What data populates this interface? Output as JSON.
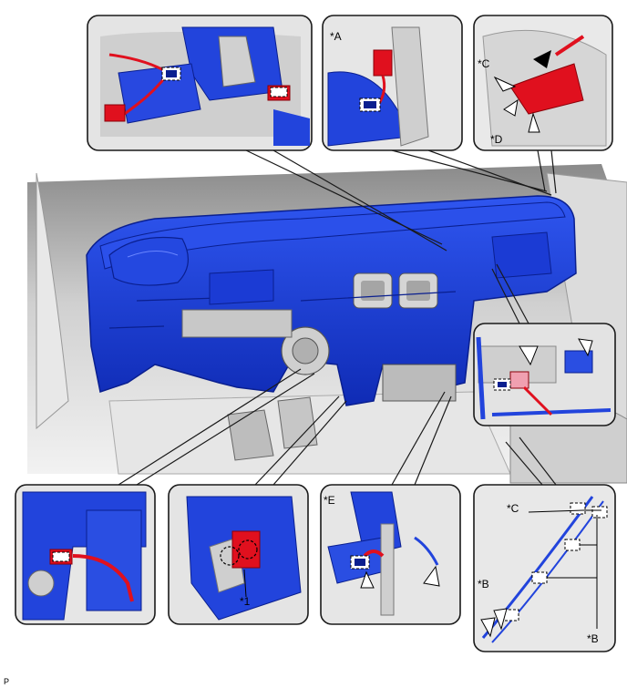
{
  "labels": {
    "A": "*A",
    "B": "*B",
    "C": "*C",
    "D": "*D",
    "E": "*E",
    "one": "*1"
  },
  "figure_code": "P",
  "colors": {
    "part_blue": "#1e3fd8",
    "part_blue_dark": "#0a1f8f",
    "connector_red": "#e0101e",
    "body_gray": "#d9d9d9",
    "frame_line": "#1a1a1a"
  }
}
